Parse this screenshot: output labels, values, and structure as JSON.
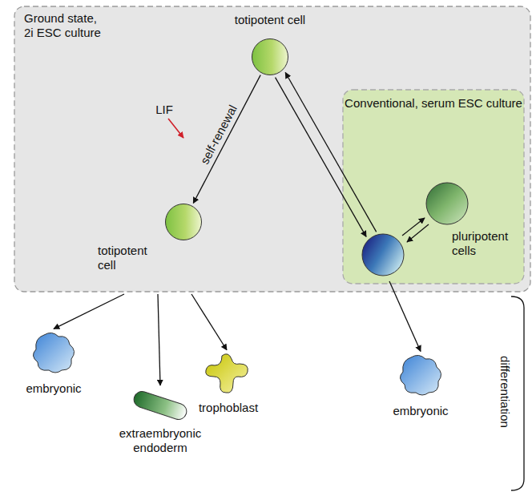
{
  "diagram": {
    "nodes": [
      {
        "text": [
          "Ground state, 2i ESC culture"
        ]
      },
      {
        "text": [
          "totipotent cell"
        ],
        "in": 0
      },
      {
        "text": [
          "totipotent cell"
        ],
        "in": 0
      },
      {
        "text": [
          "Conventional, serum ESC culture"
        ],
        "in": 0
      },
      {
        "text": [
          "pluripotent cells"
        ],
        "in": 3
      },
      {
        "text": [
          "embryonic"
        ]
      },
      {
        "text": [
          "extraembryonic endoderm"
        ]
      },
      {
        "text": [
          "trophoblast"
        ]
      },
      {
        "text": [
          "embryonic"
        ]
      }
    ],
    "edges": [
      {
        "from": 1,
        "to": 2,
        "label": "self-renewal",
        "arrow": "to"
      },
      {
        "from": 1,
        "to": 4,
        "arrow": "to"
      },
      {
        "from": 4,
        "to": 1,
        "arrow": "to"
      },
      {
        "from": 2,
        "to": 5,
        "arrow": "to"
      },
      {
        "from": 2,
        "to": 6,
        "arrow": "to"
      },
      {
        "from": 2,
        "to": 7,
        "arrow": "to"
      },
      {
        "from": 4,
        "to": 8,
        "arrow": "to"
      }
    ],
    "labels": [
      "LIF",
      "differentiation"
    ]
  }
}
